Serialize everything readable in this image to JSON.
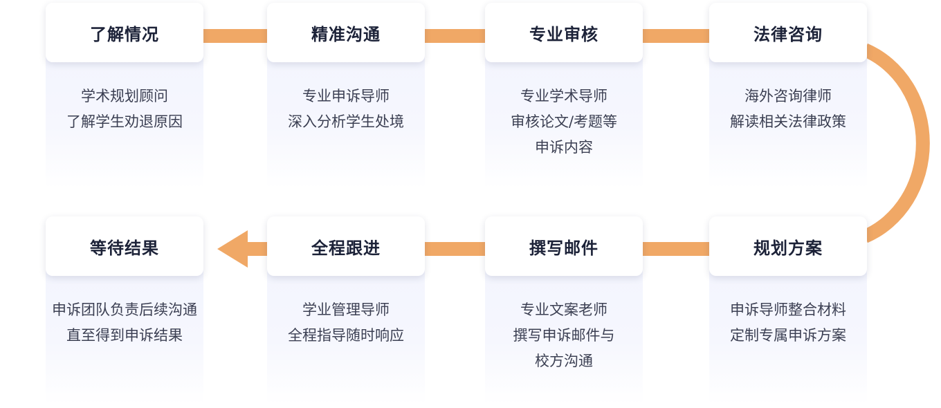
{
  "steps": [
    {
      "title": "了解情况",
      "lines": [
        "学术规划顾问",
        "了解学生劝退原因"
      ]
    },
    {
      "title": "精准沟通",
      "lines": [
        "专业申诉导师",
        "深入分析学生处境"
      ]
    },
    {
      "title": "专业审核",
      "lines": [
        "专业学术导师",
        "审核论文/考题等",
        "申诉内容"
      ]
    },
    {
      "title": "法律咨询",
      "lines": [
        "海外咨询律师",
        "解读相关法律政策"
      ]
    },
    {
      "title": "规划方案",
      "lines": [
        "申诉导师整合材料",
        "定制专属申诉方案"
      ]
    },
    {
      "title": "撰写邮件",
      "lines": [
        "专业文案老师",
        "撰写申诉邮件与",
        "校方沟通"
      ]
    },
    {
      "title": "全程跟进",
      "lines": [
        "学业管理导师",
        "全程指导随时响应"
      ]
    },
    {
      "title": "等待结果",
      "lines": [
        "申诉团队负责后续沟通",
        "直至得到申诉结果"
      ]
    }
  ],
  "colors": {
    "connector": "#f0a866",
    "title": "#1c2238",
    "text": "#3b3f52",
    "column_bg": "#f2f4fd"
  }
}
